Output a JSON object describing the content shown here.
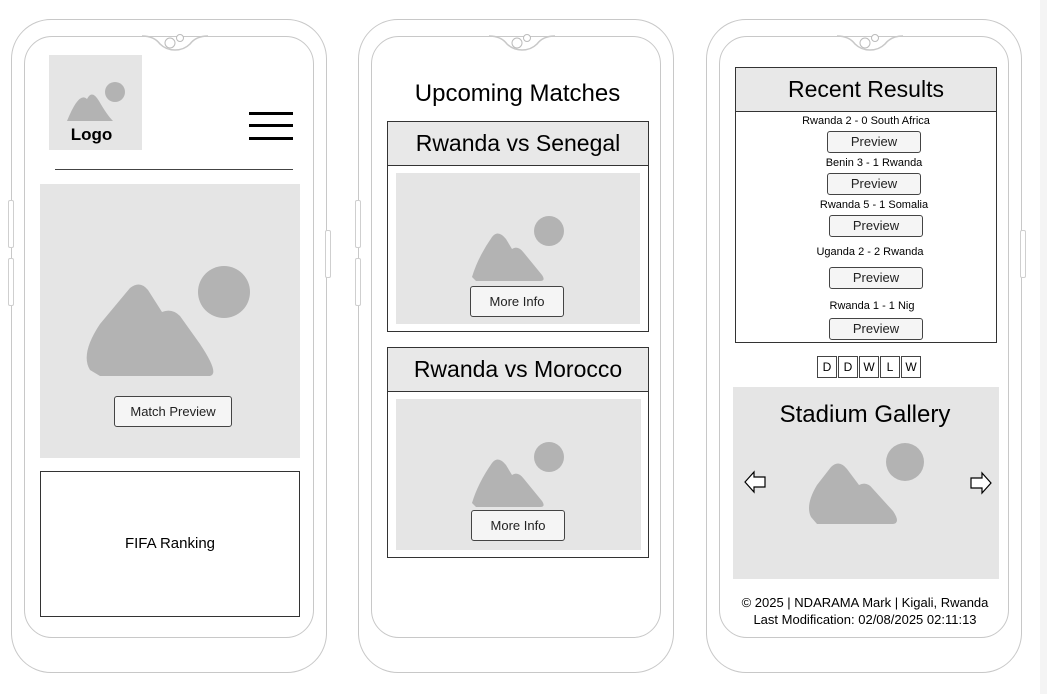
{
  "phone1": {
    "logo_label": "Logo",
    "menu_icon": "hamburger-menu-icon",
    "hero_button": "Match Preview",
    "fifa_label": "FIFA Ranking"
  },
  "phone2": {
    "title": "Upcoming Matches",
    "matches": [
      {
        "title": "Rwanda vs Senegal",
        "button": "More Info"
      },
      {
        "title": "Rwanda vs Morocco",
        "button": "More Info"
      }
    ]
  },
  "phone3": {
    "results_title": "Recent Results",
    "results": [
      {
        "label": "Rwanda 2 - 0 South Africa",
        "button": "Preview"
      },
      {
        "label": "Benin 3 -  1  Rwanda",
        "button": "Preview"
      },
      {
        "label": "Rwanda 5 - 1 Somalia",
        "button": "Preview"
      },
      {
        "label": "Uganda 2 - 2 Rwanda",
        "button": "Preview"
      },
      {
        "label": "Rwanda 1 - 1 Nig",
        "button": "Preview"
      }
    ],
    "form": [
      "D",
      "D",
      "W",
      "L",
      "W"
    ],
    "gallery_title": "Stadium Gallery",
    "prev_icon": "left-arrow-icon",
    "next_icon": "right-arrow-icon",
    "footer_line1": "© 2025 | NDARAMA Mark | Kigali, Rwanda",
    "footer_line2": "Last Modification: 02/08/2025 02:11:13"
  }
}
